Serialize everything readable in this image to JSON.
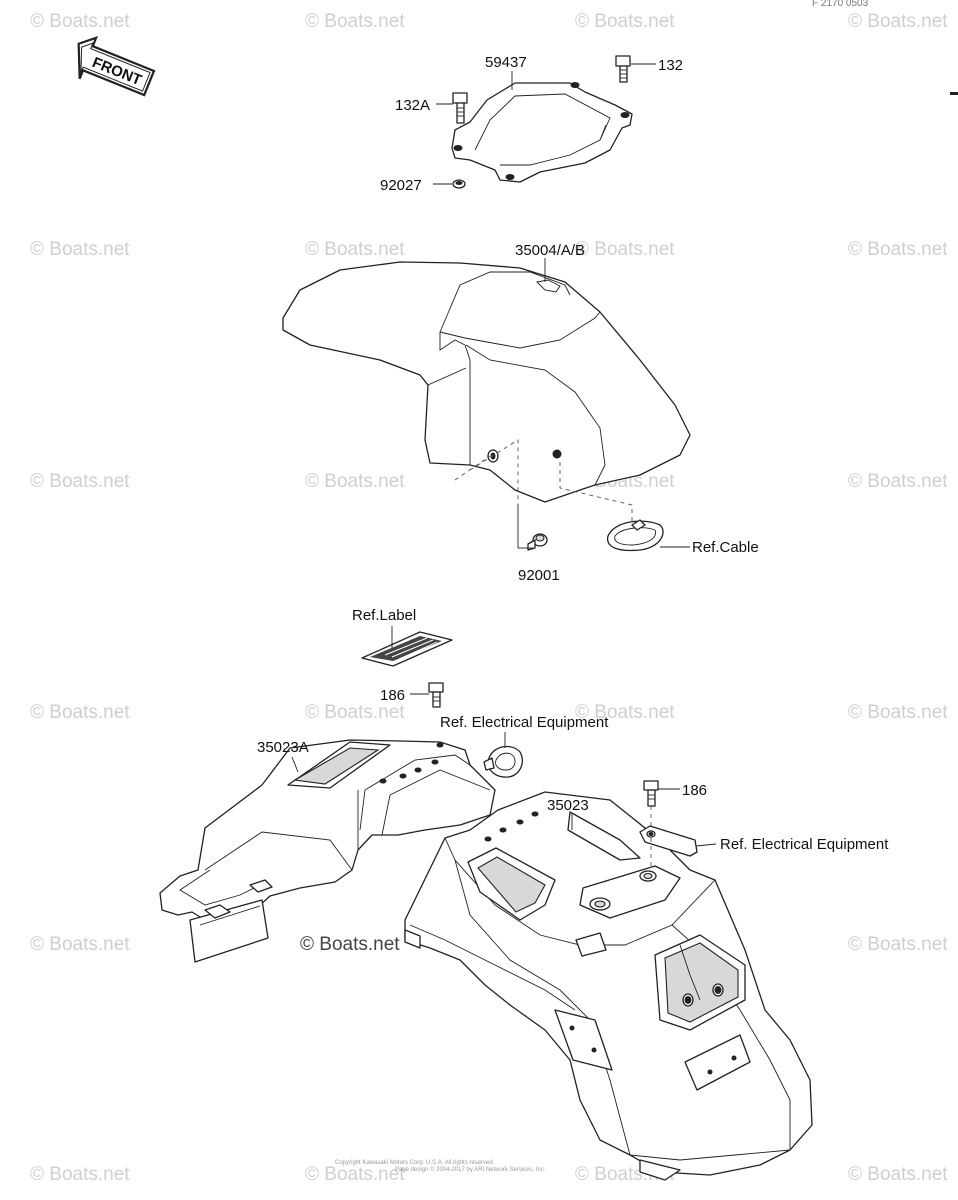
{
  "diagram": {
    "corner_code": "F 2170 0503",
    "front_badge": "FRONT",
    "watermark": "© Boats.net",
    "copyright_lines": [
      "Copyright Kawasaki Motors Corp. U.S.A. All rights reserved.",
      "Page design © 2004-2017 by ARI Network Services, Inc."
    ],
    "parts": {
      "p59437": "59437",
      "p132": "132",
      "p132A": "132A",
      "p92027": "92027",
      "p35004": "35004/A/B",
      "p92001": "92001",
      "ref_cable": "Ref.Cable",
      "ref_label": "Ref.Label",
      "p186_top": "186",
      "ref_elec_1": "Ref. Electrical Equipment",
      "p35023A": "35023A",
      "p35023": "35023",
      "p186_right": "186",
      "ref_elec_2": "Ref. Electrical Equipment"
    }
  }
}
